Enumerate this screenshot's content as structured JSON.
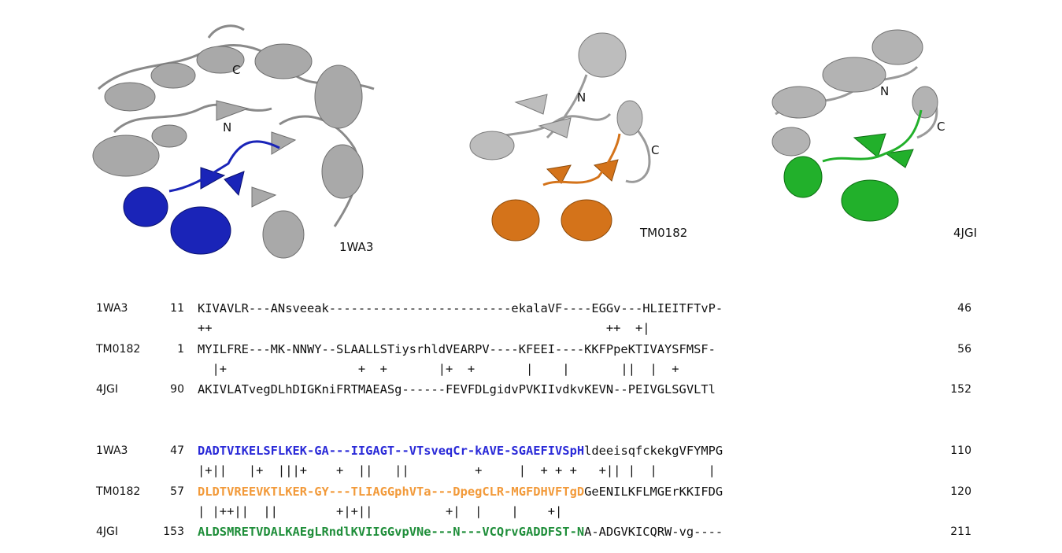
{
  "structures": [
    {
      "id": "1WA3",
      "n_label": "N",
      "c_label": "C",
      "highlight_color": "#0c1aa6"
    },
    {
      "id": "TM0182",
      "n_label": "N",
      "c_label": "C",
      "highlight_color": "#d9781e"
    },
    {
      "id": "4JGI",
      "n_label": "N",
      "c_label": "C",
      "highlight_color": "#1fb52b"
    }
  ],
  "alignment_blocks": [
    {
      "rows": [
        {
          "name": "1WA3",
          "start": "11",
          "seq_pre": "KIVAVLR---ANsveeak-------------------------ekalaVF----EGGv---HLIEITFTvP-",
          "seq_hl": "",
          "seq_post": "",
          "end": "46",
          "color": "#2a2ad8"
        },
        {
          "match": "++                                                      ++  +|"
        },
        {
          "name": "TM0182",
          "start": "1",
          "seq_pre": "MYILFRE---MK-NNWY--SLAALLSTiysrhldVEARPV----KFEEI----KKFPpeKTIVAYSFMSF-",
          "seq_hl": "",
          "seq_post": "",
          "end": "56",
          "color": "#f29a3a"
        },
        {
          "match": "  |+                  +  +       |+  +       |    |       ||  |  +"
        },
        {
          "name": "4JGI",
          "start": "90",
          "seq_pre": "AKIVLATvegDLhDIGKniFRTMAEASg------FEVFDLgidvPVKIIvdkvKEVN--PEIVGLSGVLTl",
          "seq_hl": "",
          "seq_post": "",
          "end": "152",
          "color": "#1f8e3a"
        }
      ]
    },
    {
      "rows": [
        {
          "name": "1WA3",
          "start": "47",
          "seq_pre": "",
          "seq_hl": "DADTVIKELSFLKEK-GA---IIGAGT--VTsveqCr-kAVE-SGAEFIVSpH",
          "seq_post": "ldeeisqfckekgVFYMPG",
          "end": "110",
          "color": "#2a2ad8"
        },
        {
          "match": "|+||   |+  |||+    +  ||   ||         +     |  + + +   +|| |  |       |"
        },
        {
          "name": "TM0182",
          "start": "57",
          "seq_pre": "",
          "seq_hl": "DLDTVREEVKTLKER-GY---TLIAGGphVTa---DpegCLR-MGFDHVFTgD",
          "seq_post": "GeENILKFLMGErKKIFDG",
          "end": "120",
          "color": "#f29a3a"
        },
        {
          "match": "| |++||  ||        +|+||          +|  |    |    +|"
        },
        {
          "name": "4JGI",
          "start": "153",
          "seq_pre": "",
          "seq_hl": "ALDSMRETVDALKAEgLRndlKVIIGGvpVNe---N---VCQrvGADDFST-N",
          "seq_post": "A-ADGVKICQRW-vg----",
          "end": "211",
          "color": "#1f8e3a"
        }
      ]
    }
  ]
}
